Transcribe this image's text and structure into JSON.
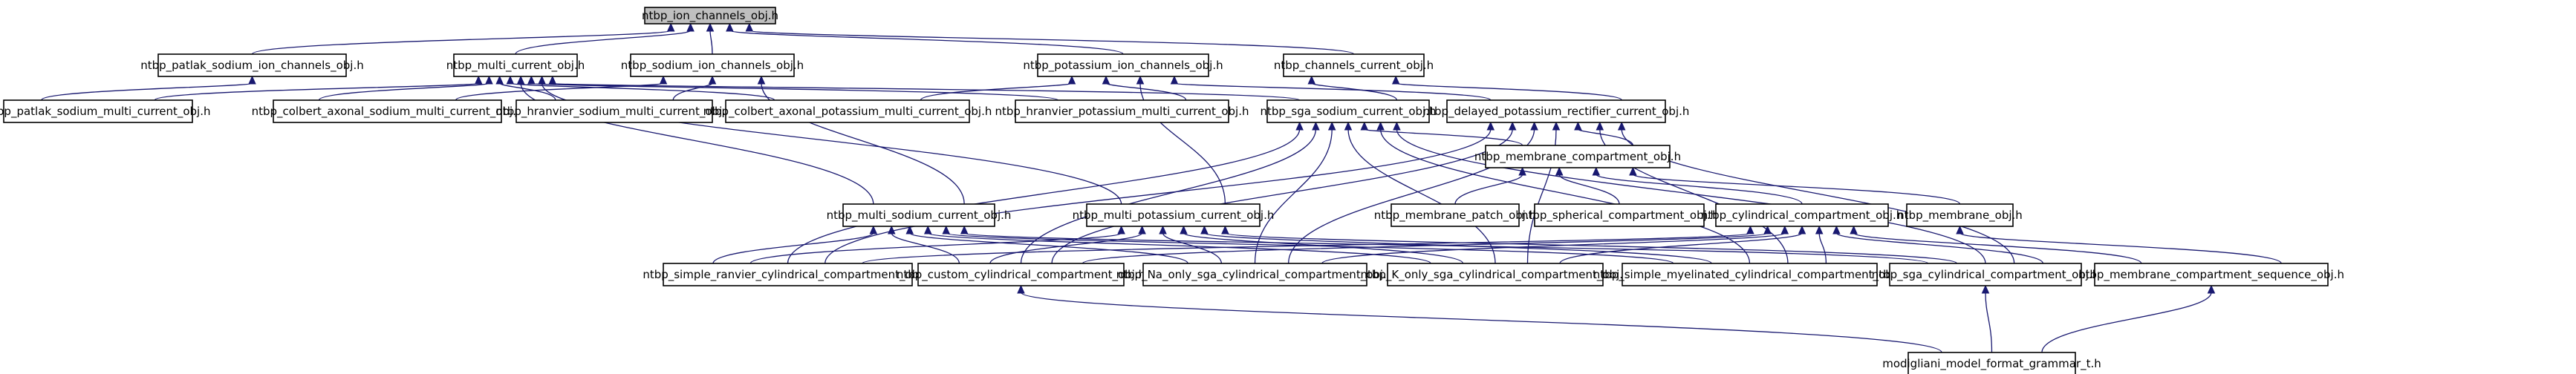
{
  "nodes": [
    {
      "id": "root",
      "label": "ntbp_ion_channels_obj.h",
      "highlight": true
    },
    {
      "id": "patlak_ch",
      "label": "ntbp_patlak_sodium_ion_channels_obj.h"
    },
    {
      "id": "multi_cur",
      "label": "ntbp_multi_current_obj.h"
    },
    {
      "id": "sod_ch",
      "label": "ntbp_sodium_ion_channels_obj.h"
    },
    {
      "id": "pot_ch",
      "label": "ntbp_potassium_ion_channels_obj.h"
    },
    {
      "id": "chan_cur",
      "label": "ntbp_channels_current_obj.h"
    },
    {
      "id": "patlak_multi",
      "label": "ntbp_patlak_sodium_multi_current_obj.h"
    },
    {
      "id": "colbert_sod",
      "label": "ntbp_colbert_axonal_sodium_multi_current_obj.h"
    },
    {
      "id": "hranvier_sod",
      "label": "ntbp_hranvier_sodium_multi_current_obj.h"
    },
    {
      "id": "colbert_pot",
      "label": "ntbp_colbert_axonal_potassium_multi_current_obj.h"
    },
    {
      "id": "hranvier_pot",
      "label": "ntbp_hranvier_potassium_multi_current_obj.h"
    },
    {
      "id": "sga_sod",
      "label": "ntbp_sga_sodium_current_obj.h"
    },
    {
      "id": "delayed",
      "label": "ntbp_delayed_potassium_rectifier_current_obj.h"
    },
    {
      "id": "membrane",
      "label": "ntbp_membrane_compartment_obj.h"
    },
    {
      "id": "multi_sod",
      "label": "ntbp_multi_sodium_current_obj.h"
    },
    {
      "id": "multi_pot",
      "label": "ntbp_multi_potassium_current_obj.h"
    },
    {
      "id": "patch",
      "label": "ntbp_membrane_patch_obj.h"
    },
    {
      "id": "spherical",
      "label": "ntbp_spherical_compartment_obj.h"
    },
    {
      "id": "cyl",
      "label": "ntbp_cylindrical_compartment_obj.h"
    },
    {
      "id": "mem_obj",
      "label": "ntbp_membrane_obj.h"
    },
    {
      "id": "ranvier_cyl",
      "label": "ntbp_simple_ranvier_cylindrical_compartment_obj.h"
    },
    {
      "id": "custom_cyl",
      "label": "ntbp_custom_cylindrical_compartment_obj.h"
    },
    {
      "id": "na_cyl",
      "label": "ntbp_Na_only_sga_cylindrical_compartment_obj.h"
    },
    {
      "id": "k_cyl",
      "label": "ntbp_K_only_sga_cylindrical_compartment_obj.h"
    },
    {
      "id": "myel_cyl",
      "label": "ntbp_simple_myelinated_cylindrical_compartment_obj.h"
    },
    {
      "id": "sga_cyl",
      "label": "ntbp_sga_cylindrical_compartment_obj.h"
    },
    {
      "id": "seq",
      "label": "ntbp_membrane_compartment_sequence_obj.h"
    },
    {
      "id": "grammar",
      "label": "modigliani_model_format_grammar_t.h"
    }
  ],
  "edges": [
    {
      "from": "patlak_ch",
      "to": "root"
    },
    {
      "from": "multi_cur",
      "to": "root"
    },
    {
      "from": "sod_ch",
      "to": "root"
    },
    {
      "from": "pot_ch",
      "to": "root"
    },
    {
      "from": "chan_cur",
      "to": "root"
    },
    {
      "from": "patlak_multi",
      "to": "patlak_ch"
    },
    {
      "from": "patlak_multi",
      "to": "multi_cur"
    },
    {
      "from": "colbert_sod",
      "to": "multi_cur"
    },
    {
      "from": "hranvier_sod",
      "to": "multi_cur"
    },
    {
      "from": "colbert_pot",
      "to": "multi_cur"
    },
    {
      "from": "hranvier_pot",
      "to": "multi_cur"
    },
    {
      "from": "multi_sod",
      "to": "multi_cur"
    },
    {
      "from": "multi_pot",
      "to": "multi_cur"
    },
    {
      "from": "sga_sod",
      "to": "multi_cur"
    },
    {
      "from": "colbert_sod",
      "to": "sod_ch"
    },
    {
      "from": "hranvier_sod",
      "to": "sod_ch"
    },
    {
      "from": "multi_sod",
      "to": "sod_ch"
    },
    {
      "from": "colbert_pot",
      "to": "pot_ch"
    },
    {
      "from": "hranvier_pot",
      "to": "pot_ch"
    },
    {
      "from": "multi_pot",
      "to": "pot_ch"
    },
    {
      "from": "delayed",
      "to": "pot_ch"
    },
    {
      "from": "sga_sod",
      "to": "chan_cur"
    },
    {
      "from": "delayed",
      "to": "chan_cur"
    },
    {
      "from": "membrane",
      "to": "sga_sod"
    },
    {
      "from": "ranvier_cyl",
      "to": "sga_sod"
    },
    {
      "from": "custom_cyl",
      "to": "sga_sod"
    },
    {
      "from": "na_cyl",
      "to": "sga_sod"
    },
    {
      "from": "k_cyl",
      "to": "sga_sod"
    },
    {
      "from": "myel_cyl",
      "to": "sga_sod"
    },
    {
      "from": "sga_cyl",
      "to": "sga_sod"
    },
    {
      "from": "membrane",
      "to": "delayed"
    },
    {
      "from": "ranvier_cyl",
      "to": "delayed"
    },
    {
      "from": "custom_cyl",
      "to": "delayed"
    },
    {
      "from": "na_cyl",
      "to": "delayed"
    },
    {
      "from": "k_cyl",
      "to": "delayed"
    },
    {
      "from": "myel_cyl",
      "to": "delayed"
    },
    {
      "from": "sga_cyl",
      "to": "delayed"
    },
    {
      "from": "patch",
      "to": "membrane"
    },
    {
      "from": "spherical",
      "to": "membrane"
    },
    {
      "from": "cyl",
      "to": "membrane"
    },
    {
      "from": "mem_obj",
      "to": "membrane"
    },
    {
      "from": "ranvier_cyl",
      "to": "multi_sod"
    },
    {
      "from": "custom_cyl",
      "to": "multi_sod"
    },
    {
      "from": "na_cyl",
      "to": "multi_sod"
    },
    {
      "from": "k_cyl",
      "to": "multi_sod"
    },
    {
      "from": "myel_cyl",
      "to": "multi_sod"
    },
    {
      "from": "sga_cyl",
      "to": "multi_sod"
    },
    {
      "from": "ranvier_cyl",
      "to": "multi_pot"
    },
    {
      "from": "custom_cyl",
      "to": "multi_pot"
    },
    {
      "from": "na_cyl",
      "to": "multi_pot"
    },
    {
      "from": "k_cyl",
      "to": "multi_pot"
    },
    {
      "from": "myel_cyl",
      "to": "multi_pot"
    },
    {
      "from": "sga_cyl",
      "to": "multi_pot"
    },
    {
      "from": "ranvier_cyl",
      "to": "cyl"
    },
    {
      "from": "custom_cyl",
      "to": "cyl"
    },
    {
      "from": "na_cyl",
      "to": "cyl"
    },
    {
      "from": "k_cyl",
      "to": "cyl"
    },
    {
      "from": "myel_cyl",
      "to": "cyl"
    },
    {
      "from": "sga_cyl",
      "to": "cyl"
    },
    {
      "from": "seq",
      "to": "cyl"
    },
    {
      "from": "seq",
      "to": "mem_obj"
    },
    {
      "from": "grammar",
      "to": "custom_cyl"
    },
    {
      "from": "grammar",
      "to": "sga_cyl"
    },
    {
      "from": "grammar",
      "to": "seq"
    }
  ],
  "colors": {
    "edge": "#191970",
    "root_fill": "#bfbfbf",
    "node_fill": "#ffffff",
    "node_border": "#000000"
  }
}
